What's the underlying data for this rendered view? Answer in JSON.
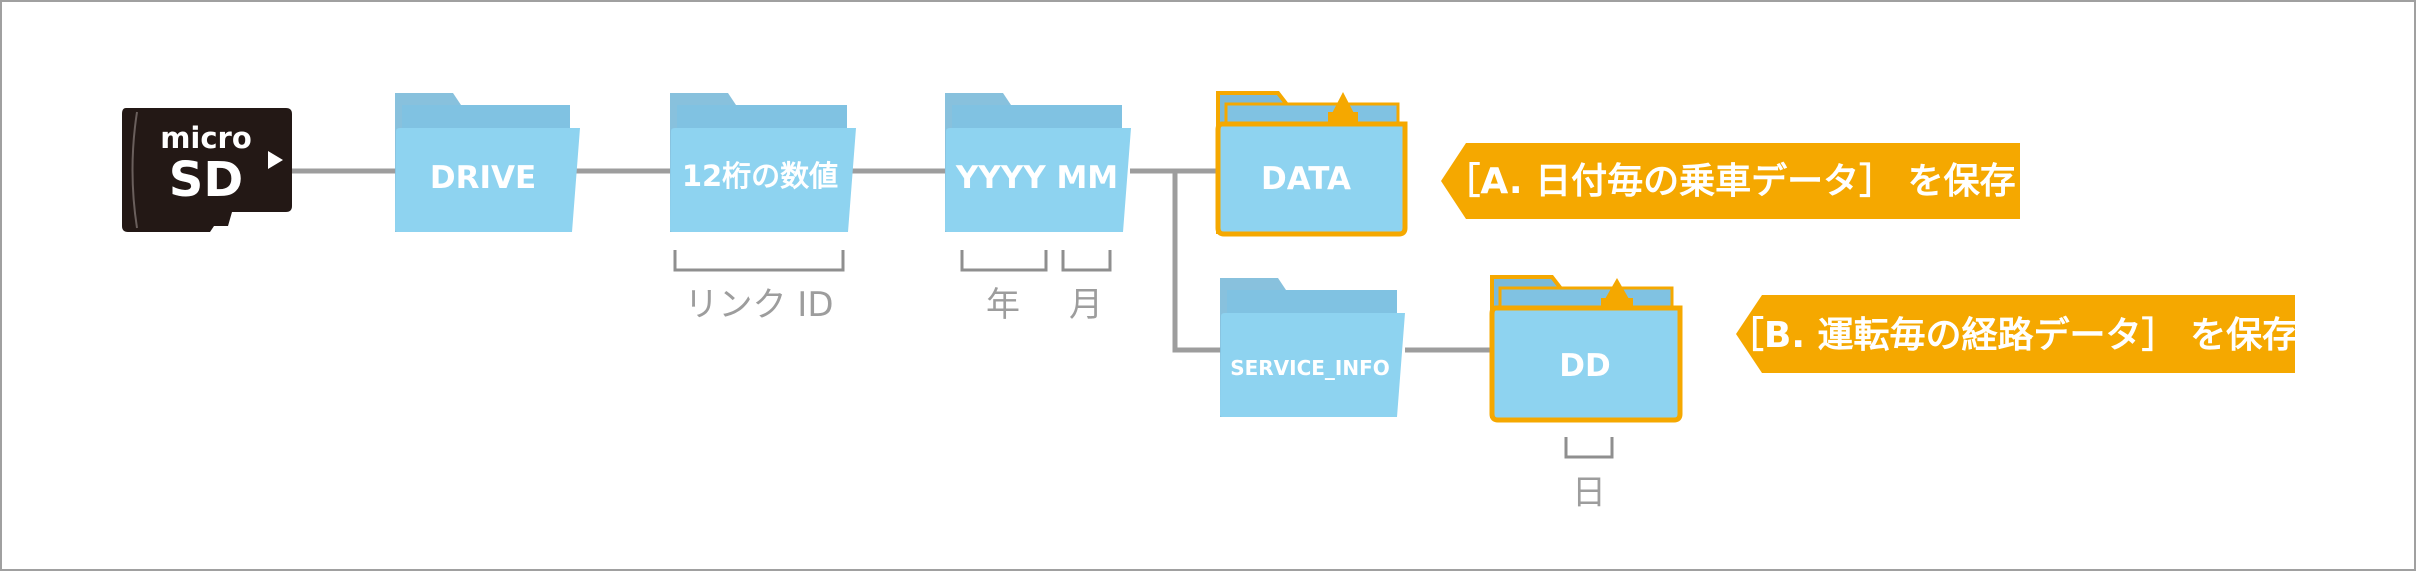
{
  "sdcard": {
    "line1": "micro",
    "line2": "SD"
  },
  "folders": {
    "drive": "DRIVE",
    "link": "12桁の数値",
    "yyyymm": "YYYY MM",
    "data": "DATA",
    "service": "SERVICE_INFO",
    "dd": "DD"
  },
  "brackets": {
    "link": "リンク ID",
    "year": "年",
    "month": "月",
    "day": "日"
  },
  "callouts": {
    "a": "［A. 日付毎の乗車データ］ を保存",
    "b": "［B. 運転毎の経路データ］ を保存"
  },
  "colors": {
    "folder_front": "#8ed3f0",
    "folder_back": "#7bbad9",
    "highlight_border": "#f5a800",
    "callout": "#f5a800",
    "line": "#9d9d9d",
    "bracket": "#8f8f8f",
    "sd_body": "#231815"
  }
}
